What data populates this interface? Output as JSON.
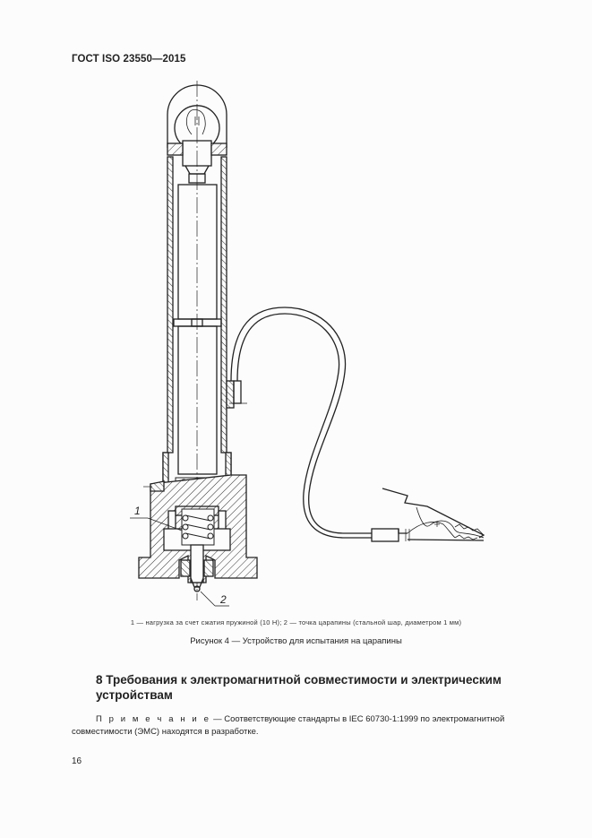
{
  "header": {
    "standard": "ГОСТ ISO 23550—2015"
  },
  "figure": {
    "number": "Рисунок 4",
    "title": "Устройство для испытания на царапины",
    "caption": "Рисунок 4 — Устройство для испытания на царапины",
    "callouts": [
      {
        "id": "1",
        "label": "1"
      },
      {
        "id": "2",
        "label": "2"
      }
    ],
    "legend": "1 — нагрузка за счет сжатия пружиной (10 Н); 2 — точка царапины (стальной шар, диаметром 1 мм)",
    "components": [
      "lamp-bulb",
      "battery-upper",
      "battery-lower",
      "outer-tube",
      "spring-upper",
      "spring-lower",
      "housing-base",
      "set-screw",
      "steel-ball-tip",
      "flexible-wire",
      "alligator-clip"
    ]
  },
  "section": {
    "number": "8",
    "title": "8 Требования к электромагнитной совместимости и электрическим устройствам"
  },
  "note": {
    "label": "Примечание",
    "label_spaced": "П р и м е ч а н и е",
    "text": " — Соответствующие стандарты в IEC 60730-1:1999 по электромагнитной совместимости (ЭМС) находятся в разработке."
  },
  "footer": {
    "page_number": "16"
  }
}
